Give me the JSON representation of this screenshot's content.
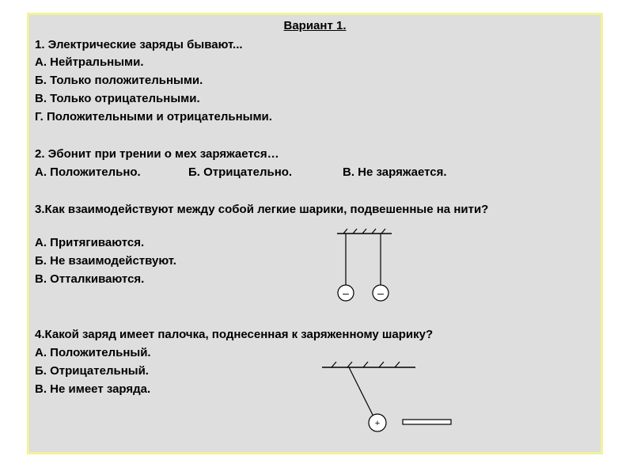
{
  "title": "Вариант 1.",
  "q1": {
    "question": "1. Электрические заряды бывают...",
    "a": "А. Нейтральными.",
    "b": "Б. Только положительными.",
    "c": "В. Только отрицательными.",
    "d": "Г. Положительными и отрицательными."
  },
  "q2": {
    "question": "2. Эбонит при трении о мех заряжается…",
    "a": "А. Положительно.",
    "b": "Б. Отрицательно.",
    "c": "В. Не заряжается."
  },
  "q3": {
    "question": "3.Как взаимодействуют между собой легкие шарики, подвешенные на нити?",
    "a": "А. Притягиваются.",
    "b": "Б. Не взаимодействуют.",
    "c": "В. Отталкиваются.",
    "ball_sign_left": "–",
    "ball_sign_right": "–"
  },
  "q4": {
    "question": "4.Какой заряд имеет палочка, поднесенная к заряженному шарику?",
    "a": "А. Положительный.",
    "b": "Б. Отрицательный.",
    "c": "В. Не имеет заряда.",
    "ball_sign": "+"
  },
  "colors": {
    "card": "#dedede",
    "border": "#f2f29a"
  }
}
